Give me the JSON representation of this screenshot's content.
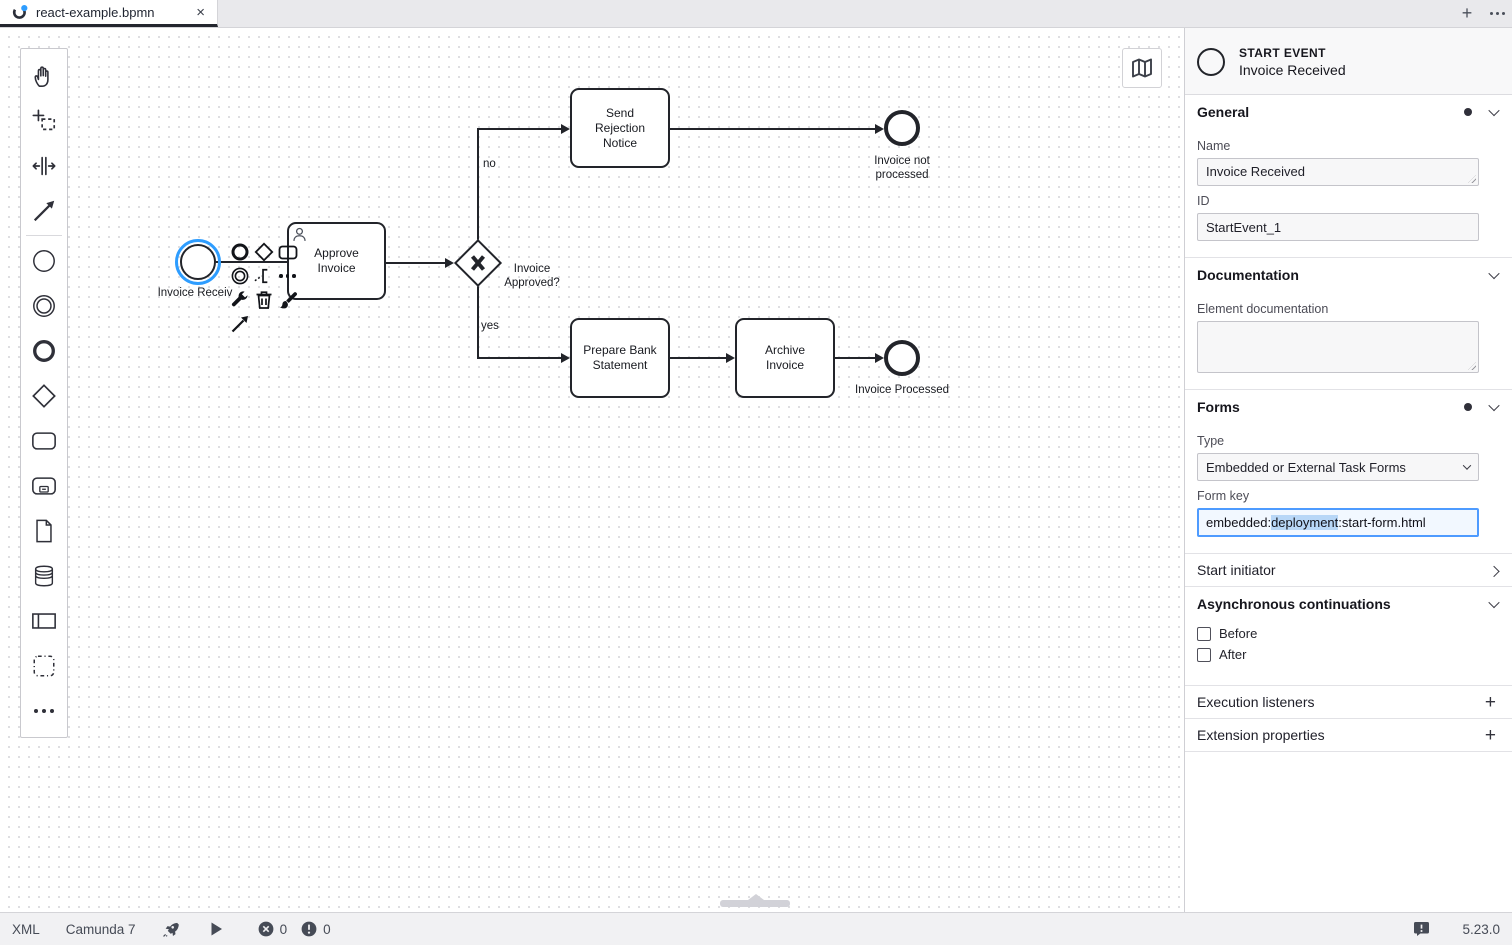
{
  "tab_bar": {
    "tab_title": "react-example.bpmn",
    "close_glyph": "×",
    "new_tab_glyph": "+",
    "icons": [
      "bpmn-file-icon",
      "new-tab-icon",
      "tab-overflow-icon"
    ]
  },
  "palette": {
    "tool_icons": [
      "hand-tool-icon",
      "lasso-tool-icon",
      "space-tool-icon",
      "global-connect-tool-icon"
    ],
    "create_icons": [
      "create-start-event-icon",
      "create-intermediate-event-icon",
      "create-end-event-icon",
      "create-gateway-icon",
      "create-task-icon",
      "create-subprocess-icon",
      "create-data-object-icon",
      "create-data-store-icon",
      "create-participant-icon",
      "create-group-icon",
      "palette-more-icon"
    ]
  },
  "canvas": {
    "minimap_icon": "map-icon",
    "diagram": {
      "start_event_label": "Invoice Receiv",
      "task_approve": "Approve Invoice",
      "task_send_rejection": "Send Rejection Notice",
      "task_prepare": "Prepare Bank Statement",
      "task_archive": "Archive Invoice",
      "gateway_label": "Invoice Approved?",
      "flow_no": "no",
      "flow_yes": "yes",
      "end_not_processed": "Invoice not processed",
      "end_processed": "Invoice Processed"
    },
    "context_pad_icons": [
      "append-end-event-icon",
      "append-gateway-icon",
      "append-task-icon",
      "append-intermediate-event-icon",
      "append-text-annotation-icon",
      "context-pad-more-icon",
      "change-type-icon",
      "delete-icon",
      "set-color-icon",
      "connect-icon"
    ]
  },
  "properties": {
    "header": {
      "type": "START EVENT",
      "name": "Invoice Received"
    },
    "general": {
      "title": "General",
      "name_label": "Name",
      "name_value": "Invoice Received",
      "id_label": "ID",
      "id_value": "StartEvent_1"
    },
    "documentation": {
      "title": "Documentation",
      "doc_label": "Element documentation",
      "doc_value": ""
    },
    "forms": {
      "title": "Forms",
      "type_label": "Type",
      "type_value": "Embedded or External Task Forms",
      "form_key_label": "Form key",
      "form_key_prefix": "embedded:",
      "form_key_selected": "deployment",
      "form_key_suffix": ":start-form.html"
    },
    "start_initiator_title": "Start initiator",
    "async": {
      "title": "Asynchronous continuations",
      "before_label": "Before",
      "after_label": "After"
    },
    "execution_listeners_title": "Execution listeners",
    "extension_properties_title": "Extension properties",
    "add_glyph": "+"
  },
  "status_bar": {
    "xml_label": "XML",
    "engine_label": "Camunda 7",
    "error_count": "0",
    "warning_count": "0",
    "version": "5.23.0",
    "icons": [
      "deploy-rocket-icon",
      "start-instance-play-icon",
      "error-count-icon",
      "warning-count-icon",
      "feedback-icon"
    ]
  },
  "colors": {
    "accent_blue": "#2e9dff",
    "selection_highlight": "#b8d7f7",
    "diagram_stroke": "#22242a",
    "tab_underline": "#23262e"
  }
}
